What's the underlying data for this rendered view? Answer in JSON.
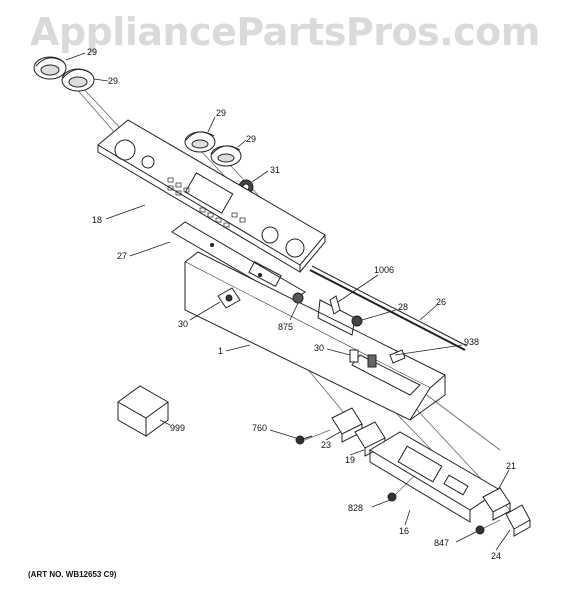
{
  "watermark": "AppliancePartsPros.com",
  "art_number": "(ART NO. WB12653 C9)",
  "callouts": {
    "c29a": "29",
    "c29b": "29",
    "c29c": "29",
    "c29d": "29",
    "c31": "31",
    "c18": "18",
    "c27": "27",
    "c1006": "1006",
    "c26": "26",
    "c28": "28",
    "c30a": "30",
    "c875": "875",
    "c938": "938",
    "c30b": "30",
    "c1": "1",
    "c999": "999",
    "c760": "760",
    "c23": "23",
    "c19": "19",
    "c21": "21",
    "c828": "828",
    "c16": "16",
    "c847": "847",
    "c24": "24"
  }
}
